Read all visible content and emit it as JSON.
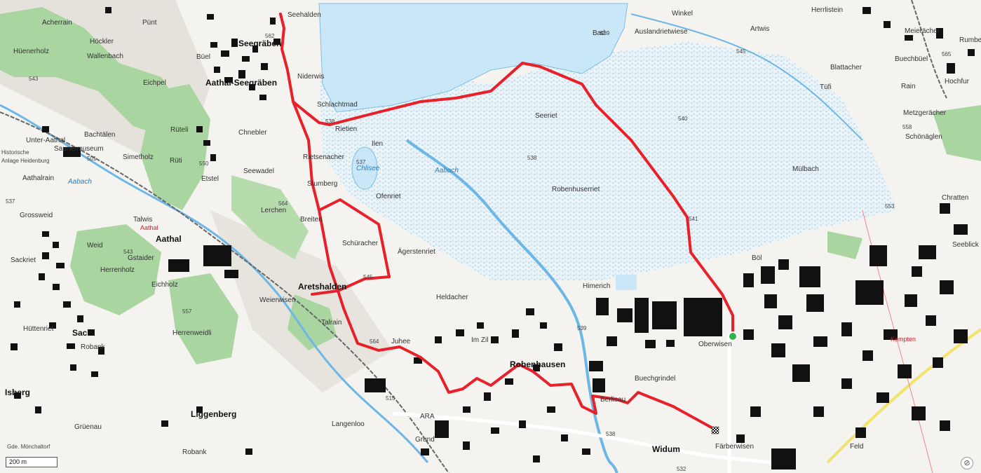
{
  "labels": {
    "acherrain": "Acherrain",
    "hockler": "Höckler",
    "punt": "Pünt",
    "seehalden": "Seehalden",
    "seegraben": "Seegräben",
    "aathal_seegraben": "Aathal-Seegräben",
    "huenerholz": "Hüenerholz",
    "wallenbach": "Wallenbach",
    "buel": "Büel",
    "niderwis": "Niderwis",
    "eichpel": "Eichpel",
    "schlachtmad": "Schlachtmad",
    "chnebler": "Chnebler",
    "rueteli": "Rüteli",
    "bachtaelen": "Bachtälen",
    "unter_aathal": "Unter-Aathal",
    "sauriermuseum": "Sauriermuseum",
    "simetholz": "Simetholz",
    "rueti": "Rüti",
    "historische": "Historische",
    "anlage_heidenburg": "Anlage Heidenburg",
    "aathalrain": "Aathalrain",
    "aabach_left": "Aabach",
    "etstel": "Etstel",
    "seewadel": "Seewadel",
    "rietsenacher": "Rietsenacher",
    "rietien": "Rietien",
    "ilen": "Ilen",
    "chlisee": "Chlisee",
    "aabach_right": "Aabach",
    "stumberg": "Stumberg",
    "ofenriet": "Ofenriet",
    "lerchen": "Lerchen",
    "breiten": "Breiten",
    "grossweid": "Grossweid",
    "talwis": "Talwis",
    "aathal_red": "Aathal",
    "aathal": "Aathal",
    "weid": "Weid",
    "gstaider": "Gstaider",
    "schueracher": "Schüracher",
    "aegerstenriet": "Ägerstenriet",
    "robenhuserriet": "Robenhuserriet",
    "seeriet": "Seeriet",
    "winkel": "Winkel",
    "bad": "Bad",
    "auslandrietwiese": "Auslandrietwiese",
    "artwis": "Artwis",
    "herrlistein": "Herrlistein",
    "meieracher": "Meierächer",
    "buechbuel": "Buechbüel",
    "blattacher": "Blattacher",
    "tuefi": "Tüfi",
    "rain": "Rain",
    "hochfur": "Hochfur",
    "metzgeracher": "Metzgerächer",
    "schoenaeglen": "Schönäglen",
    "muelbach": "Mülbach",
    "chratten": "Chratten",
    "sackriet": "Sackriet",
    "herrenholz": "Herrenholz",
    "eichholz": "Eichholz",
    "aretshalden": "Aretshalden",
    "weierwisen": "Weierwisen",
    "heldacher": "Heldacher",
    "himerich": "Himerich",
    "boel": "Böl",
    "oberwisen": "Oberwisen",
    "herrenweidli": "Herrenweidli",
    "huetteniet": "Hüttenriet",
    "sack": "Sack",
    "robank": "Robank",
    "talrain": "Talrain",
    "juhee": "Juhee",
    "im_zil": "Im Zil",
    "robenhausen": "Robenhausen",
    "buechgrindel": "Buechgrindel",
    "berlisau": "Berlisau",
    "isberg": "Isberg",
    "gruenau": "Grüenau",
    "liggenberg": "Liggenberg",
    "ara": "ARA",
    "langenloo": "Langenloo",
    "grund": "Grund",
    "widum": "Widum",
    "faerberwisen": "Färberwisen",
    "feld": "Feld",
    "kempten": "Kempten",
    "gde_moenchaltorf": "Gde. Mönchaltorf",
    "robank_bottom": "Robank",
    "rumbel": "Rumbel",
    "seeblick": "Seeblick"
  },
  "elevations": {
    "e543a": "543",
    "e562": "562",
    "e538a": "538",
    "e501": "501",
    "e550": "550",
    "e537": "537",
    "e537b": "537",
    "e538b": "538",
    "e540": "540",
    "e545": "545",
    "e539": "539",
    "e565": "565",
    "e558": "558",
    "e553": "553",
    "e564a": "564",
    "e543b": "543",
    "e545b": "545",
    "e557": "557",
    "e564b": "564",
    "e541": "541",
    "e539b": "539",
    "e515": "515",
    "e538c": "538",
    "e532": "532"
  },
  "scale_bar": {
    "label": "200 m"
  },
  "colors": {
    "route": "#e8202a",
    "water": "#c9e7f7",
    "river": "#6db7e6",
    "forest": "#a9d5a0",
    "building": "#111111",
    "start_marker": "#2fb34a"
  }
}
